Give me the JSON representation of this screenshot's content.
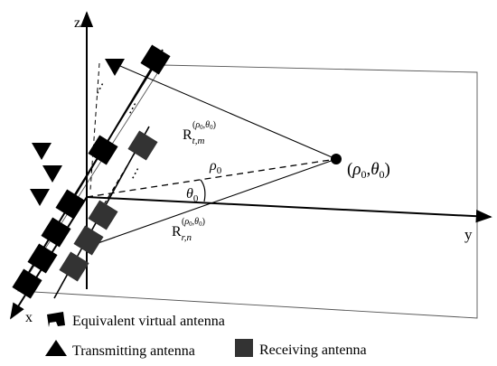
{
  "axes": {
    "x": "x",
    "y": "y",
    "z": "z"
  },
  "labels": {
    "rho": "ρ",
    "rho_sub": "0",
    "theta": "θ",
    "theta_sub": "0",
    "target_open": "(",
    "target_rho": "ρ",
    "target_rho_sub": "0",
    "target_comma": ",",
    "target_theta": "θ",
    "target_theta_sub": "0",
    "target_close": ")",
    "r_main": "R",
    "r_tx_sub": "t,m",
    "r_rx_sub": "r,n",
    "r_sup_open": "(",
    "r_sup_rho": "ρ",
    "r_sup_rho_sub": "0",
    "r_sup_comma": ",",
    "r_sup_theta": "θ",
    "r_sup_theta_sub": "0",
    "r_sup_close": ")",
    "ellipsis": "⋮"
  },
  "legend": {
    "virtual": "Equivalent virtual antenna",
    "transmitting": "Transmitting antenna",
    "receiving": "Receiving antenna"
  },
  "colors": {
    "ink": "#000000",
    "receiver": "#333333",
    "plane": "#555555"
  },
  "icons": {
    "virtual": "square-notch-icon",
    "transmitting": "triangle-icon",
    "receiving": "square-icon"
  }
}
